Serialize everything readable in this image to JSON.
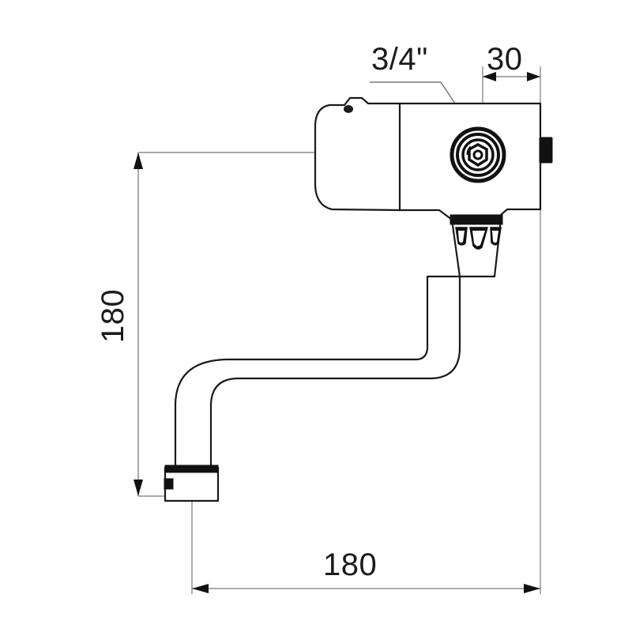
{
  "drawing": {
    "title": "Wall-mounted mixer tap technical dimension drawing",
    "background_color": "#ffffff",
    "line_color": "#1a1a1a",
    "dimension_color": "#8d8d8d",
    "text_color": "#1b1b1b"
  },
  "dimensions": {
    "thread_size": {
      "label": "3/4\"",
      "name": "inlet-thread-size",
      "leader": "points to inlet connection"
    },
    "inlet_offset": {
      "label": "30",
      "name": "inlet-offset-dimension",
      "unit": "mm",
      "orientation": "horizontal"
    },
    "height": {
      "label": "180",
      "name": "overall-height-dimension",
      "unit": "mm",
      "orientation": "vertical"
    },
    "reach": {
      "label": "180",
      "name": "overall-reach-dimension",
      "unit": "mm",
      "orientation": "horizontal"
    }
  },
  "parts": {
    "lever_cap": "lever-handle-cap",
    "valve_body": "valve-body",
    "inlet_fitting": "inlet-connection-fitting",
    "side_tab": "side-mounting-tab",
    "spout_collar": "spout-collar",
    "spout_tube": "swan-neck-spout-tube",
    "aerator": "spout-outlet-aerator"
  }
}
